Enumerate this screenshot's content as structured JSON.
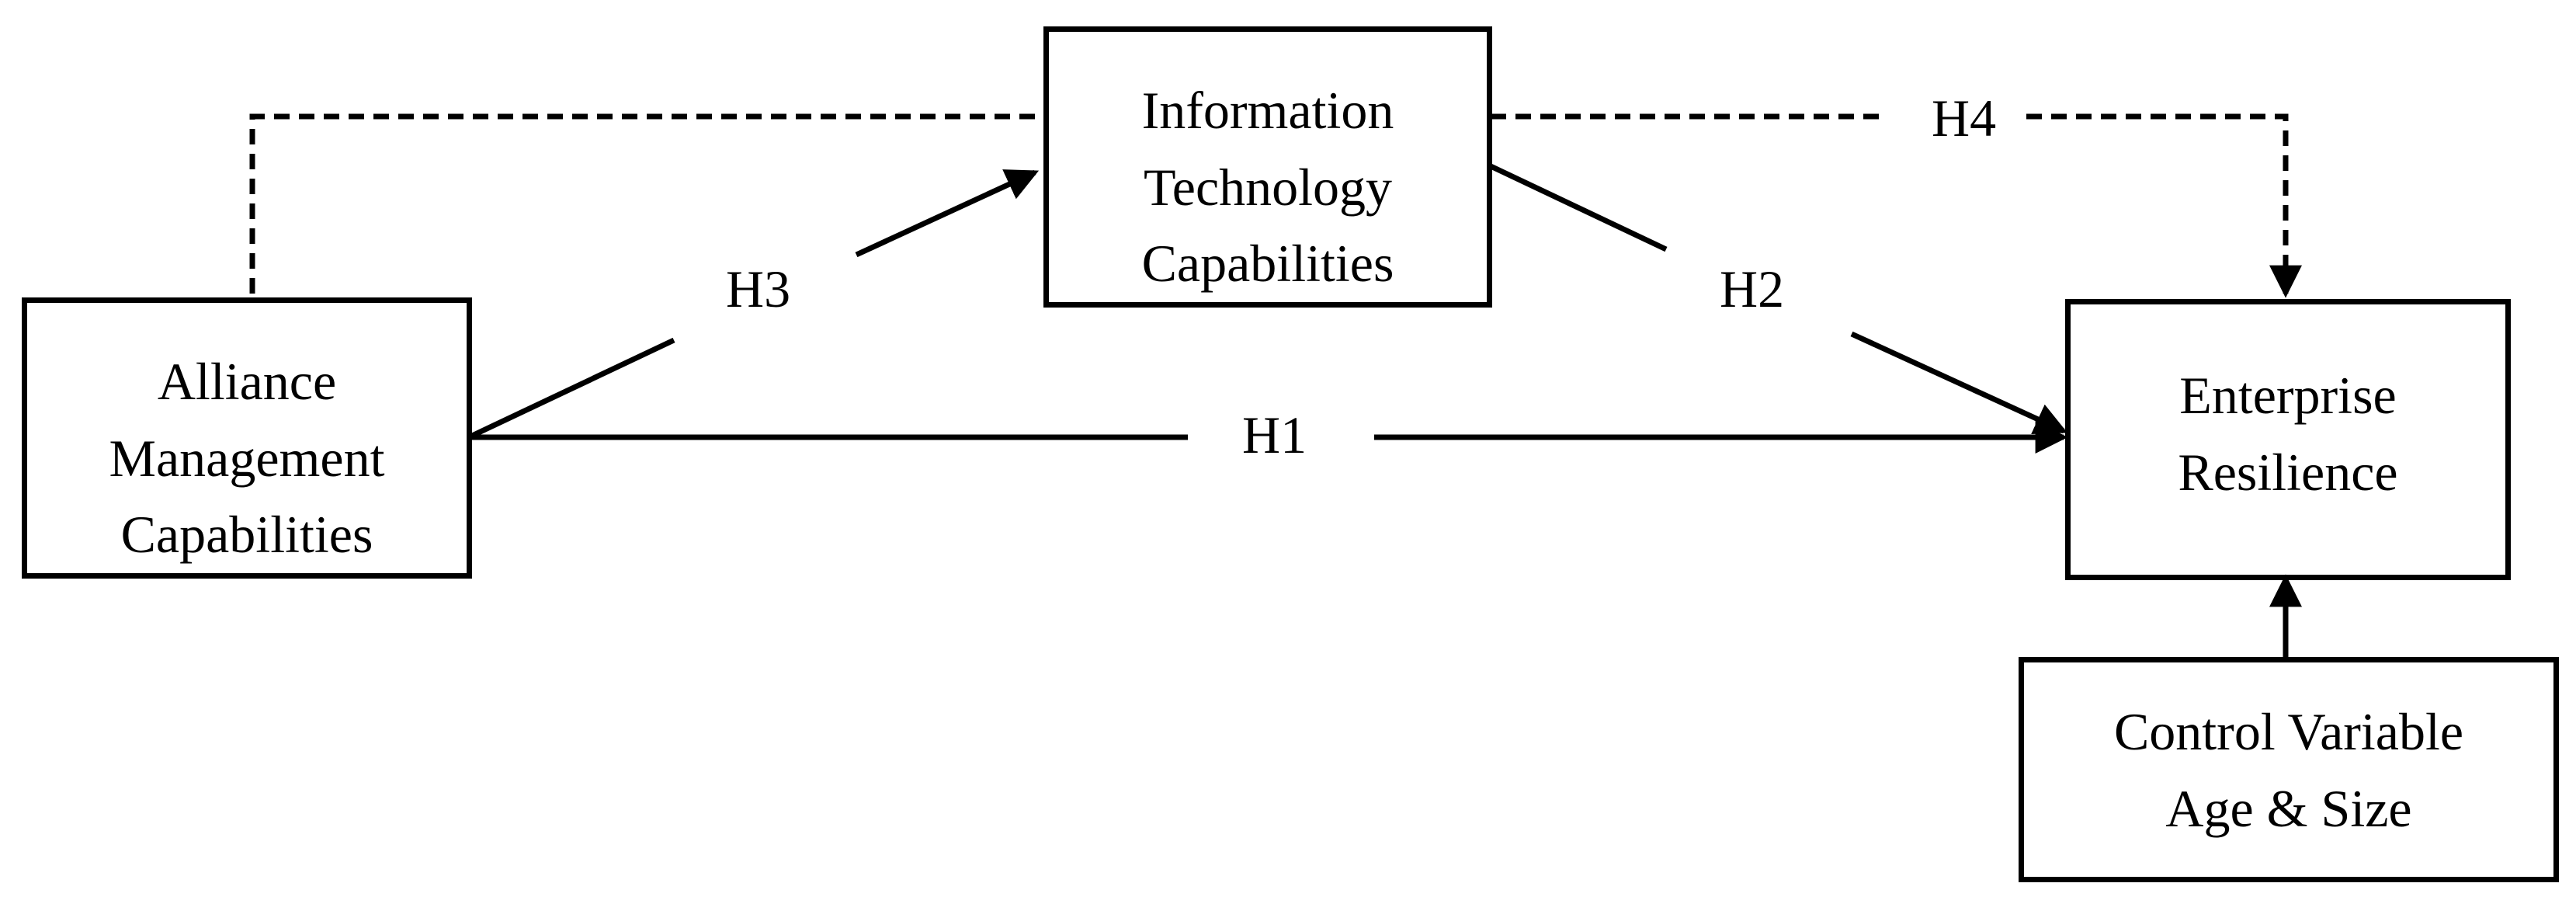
{
  "nodes": {
    "alliance": {
      "lines": [
        "Alliance",
        "Management",
        "Capabilities"
      ]
    },
    "it": {
      "lines": [
        "Information",
        "Technology",
        "Capabilities"
      ]
    },
    "resilience": {
      "lines": [
        "Enterprise",
        "Resilience"
      ]
    },
    "control": {
      "lines": [
        "Control Variable",
        "Age & Size"
      ]
    }
  },
  "edges": {
    "h1": {
      "label": "H1",
      "from": "alliance",
      "to": "resilience",
      "style": "solid"
    },
    "h2": {
      "label": "H2",
      "from": "it",
      "to": "resilience",
      "style": "solid"
    },
    "h3": {
      "label": "H3",
      "from": "alliance",
      "to": "it",
      "style": "solid"
    },
    "h4": {
      "label": "H4",
      "from": "alliance",
      "to": "resilience",
      "style": "dashed"
    },
    "control": {
      "label": "",
      "from": "control",
      "to": "resilience",
      "style": "solid"
    }
  },
  "colors": {
    "stroke": "#000000",
    "background": "#ffffff"
  }
}
